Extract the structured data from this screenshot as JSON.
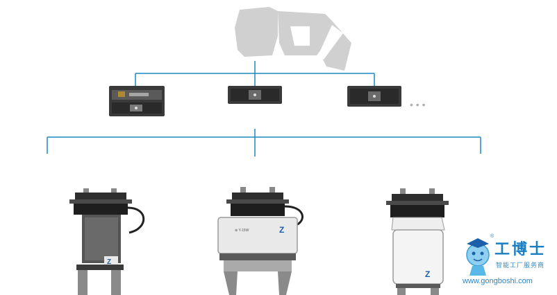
{
  "robot": {
    "icon": "robot-arm-icon"
  },
  "adapters": [
    {
      "id": "adapter-with-display"
    },
    {
      "id": "adapter-basic"
    },
    {
      "id": "adapter-basic-2"
    }
  ],
  "more_indicator": "• • •",
  "grippers": [
    {
      "id": "parallel-gripper-with-cable"
    },
    {
      "id": "wide-angular-gripper",
      "label": "Z",
      "small_text": "⊕ Y-15W"
    },
    {
      "id": "white-gripper",
      "label": "Z"
    }
  ],
  "watermark": {
    "title": "工博士",
    "subtitle": "智能工厂服务商",
    "url": "www.gongboshi.com",
    "registered": "®"
  },
  "colors": {
    "line": "#1b87c6",
    "robot": "#d0d0d0",
    "device_dark": "#3a3a3a",
    "device_mid": "#5a5a5a",
    "brand": "#1a7fc2"
  }
}
